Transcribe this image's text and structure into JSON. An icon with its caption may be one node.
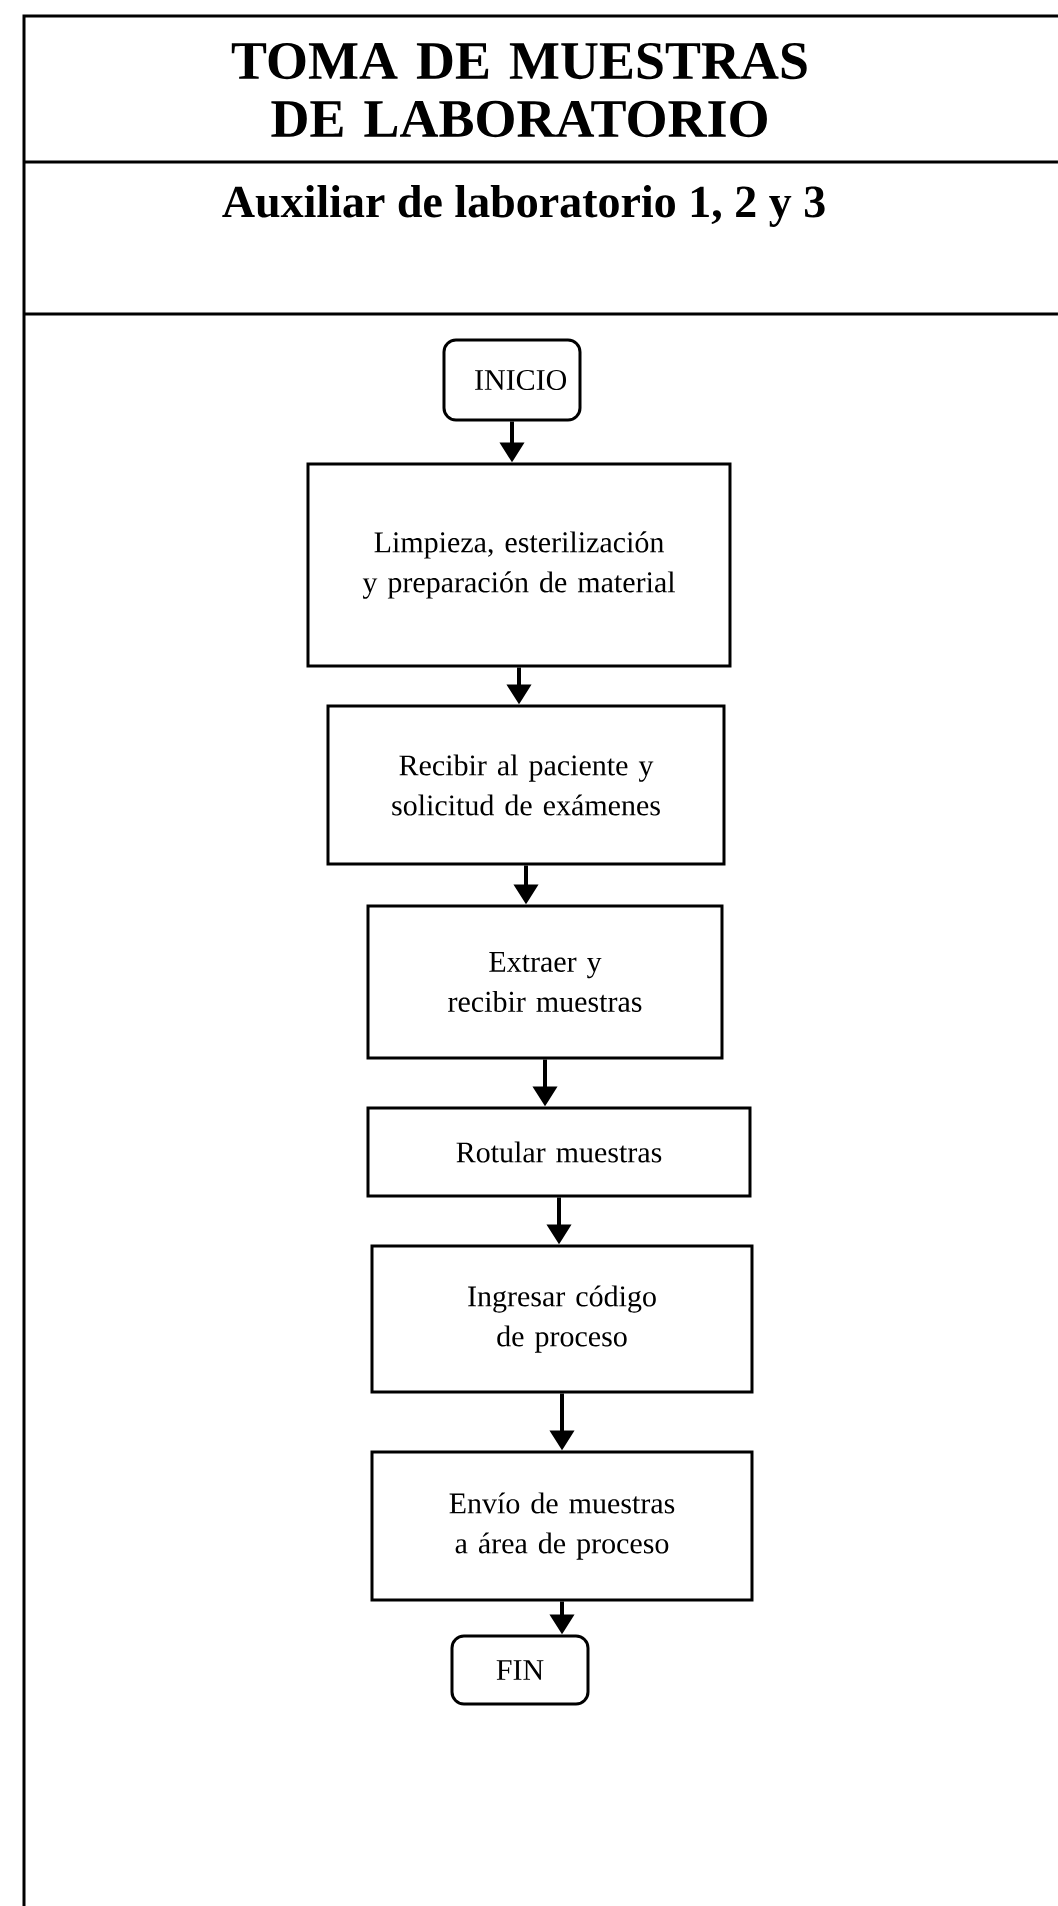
{
  "diagram": {
    "title": "TOMA DE MUESTRAS DE LABORATORIO",
    "nodes": [
      {
        "text": [
          "INICIO"
        ]
      },
      {
        "text": [
          "Limpieza, esterilización y preparación de material"
        ]
      },
      {
        "text": [
          "Recibir al paciente y solicitud de exámenes"
        ]
      },
      {
        "text": [
          "Extraer y recibir muestras"
        ]
      },
      {
        "text": [
          "Rotular muestras"
        ]
      },
      {
        "text": [
          "Ingresar código de proceso"
        ]
      },
      {
        "text": [
          "Envío de muestras a área de proceso"
        ]
      },
      {
        "text": [
          "FIN"
        ]
      }
    ],
    "edges": [
      {
        "from": 0,
        "to": 1,
        "arrow": "to"
      },
      {
        "from": 1,
        "to": 2,
        "arrow": "to"
      },
      {
        "from": 2,
        "to": 3,
        "arrow": "to"
      },
      {
        "from": 3,
        "to": 4,
        "arrow": "to"
      },
      {
        "from": 4,
        "to": 5,
        "arrow": "to"
      },
      {
        "from": 5,
        "to": 6,
        "arrow": "to"
      },
      {
        "from": 6,
        "to": 7,
        "arrow": "to"
      }
    ],
    "labels": [
      "Auxiliar de laboratorio 1, 2 y 3"
    ]
  }
}
